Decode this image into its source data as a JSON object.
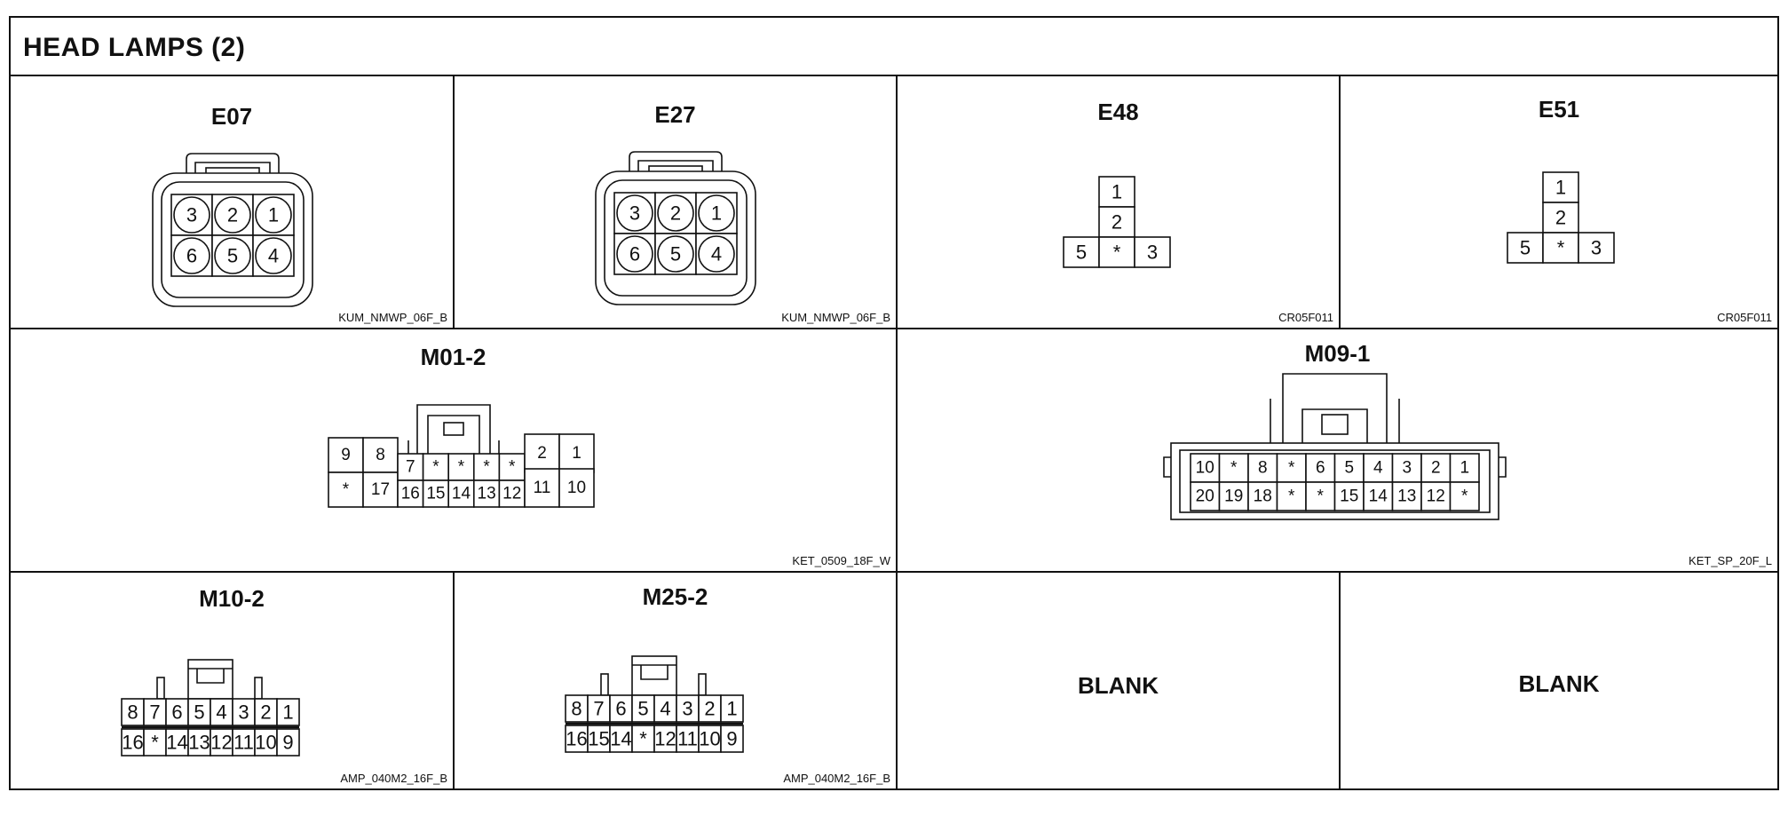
{
  "page": {
    "title": "HEAD LAMPS (2)"
  },
  "connectors": {
    "e07": {
      "name": "E07",
      "part": "KUM_NMWP_06F_B",
      "pins": [
        "3",
        "2",
        "1",
        "6",
        "5",
        "4"
      ]
    },
    "e27": {
      "name": "E27",
      "part": "KUM_NMWP_06F_B",
      "pins": [
        "3",
        "2",
        "1",
        "6",
        "5",
        "4"
      ]
    },
    "e48": {
      "name": "E48",
      "part": "CR05F011",
      "pins": [
        "1",
        "2",
        "5",
        "*",
        "3"
      ]
    },
    "e51": {
      "name": "E51",
      "part": "CR05F011",
      "pins": [
        "1",
        "2",
        "5",
        "*",
        "3"
      ]
    },
    "m01_2": {
      "name": "M01-2",
      "part": "KET_0509_18F_W",
      "pins": [
        "9",
        "8",
        "7",
        "*",
        "*",
        "*",
        "*",
        "2",
        "1",
        "*",
        "17",
        "16",
        "15",
        "14",
        "13",
        "12",
        "11",
        "10"
      ]
    },
    "m09_1": {
      "name": "M09-1",
      "part": "KET_SP_20F_L",
      "top": [
        "10",
        "*",
        "8",
        "*",
        "6",
        "5",
        "4",
        "3",
        "2",
        "1"
      ],
      "bottom": [
        "20",
        "19",
        "18",
        "*",
        "*",
        "15",
        "14",
        "13",
        "12",
        "*"
      ]
    },
    "m10_2": {
      "name": "M10-2",
      "part": "AMP_040M2_16F_B",
      "top": [
        "8",
        "7",
        "6",
        "5",
        "4",
        "3",
        "2",
        "1"
      ],
      "bottom": [
        "16",
        "*",
        "14",
        "13",
        "12",
        "11",
        "10",
        "9"
      ]
    },
    "m25_2": {
      "name": "M25-2",
      "part": "AMP_040M2_16F_B",
      "top": [
        "8",
        "7",
        "6",
        "5",
        "4",
        "3",
        "2",
        "1"
      ],
      "bottom": [
        "16",
        "15",
        "14",
        "*",
        "12",
        "11",
        "10",
        "9"
      ]
    }
  },
  "blank_cells": [
    "BLANK",
    "BLANK"
  ]
}
